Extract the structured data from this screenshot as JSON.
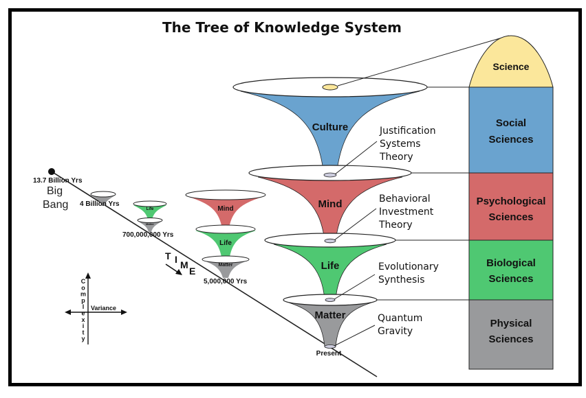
{
  "title": "The Tree of Knowledge System",
  "colors": {
    "science": "#fbe79b",
    "culture": "#6aa3cf",
    "mind": "#d46a6a",
    "life": "#4fc872",
    "matter": "#999a9c",
    "outline": "#222222"
  },
  "timeline": {
    "start_label": "13.7 Billion Yrs",
    "origin_line1": "Big",
    "origin_line2": "Bang",
    "marks": [
      "4 Billion Yrs",
      "700,000,000 Yrs",
      "5,000,000 Yrs",
      "Present"
    ],
    "time_letters": [
      "T",
      "I",
      "M",
      "E"
    ]
  },
  "small_cones": {
    "c2_life": "Life",
    "c2_matter": "Matter",
    "c3_mind": "Mind",
    "c3_life": "Life",
    "c3_matter": "Matter"
  },
  "main_cones": [
    {
      "key": "culture",
      "label": "Culture",
      "theory": [
        "Justification",
        "Systems",
        "Theory"
      ]
    },
    {
      "key": "mind",
      "label": "Mind",
      "theory": [
        "Behavioral",
        "Investment",
        "Theory"
      ]
    },
    {
      "key": "life",
      "label": "Life",
      "theory": [
        "Evolutionary",
        "Synthesis"
      ]
    },
    {
      "key": "matter",
      "label": "Matter",
      "theory": [
        "Quantum",
        "Gravity"
      ]
    }
  ],
  "science_column": {
    "science": "Science",
    "social": [
      "Social",
      "Sciences"
    ],
    "psych": [
      "Psychological",
      "Sciences"
    ],
    "bio": [
      "Biological",
      "Sciences"
    ],
    "phys": [
      "Physical",
      "Sciences"
    ]
  },
  "axes_legend": {
    "vertical": [
      "C",
      "o",
      "m",
      "p",
      "l",
      "e",
      "x",
      "i",
      "t",
      "y"
    ],
    "horizontal": "Variance"
  }
}
